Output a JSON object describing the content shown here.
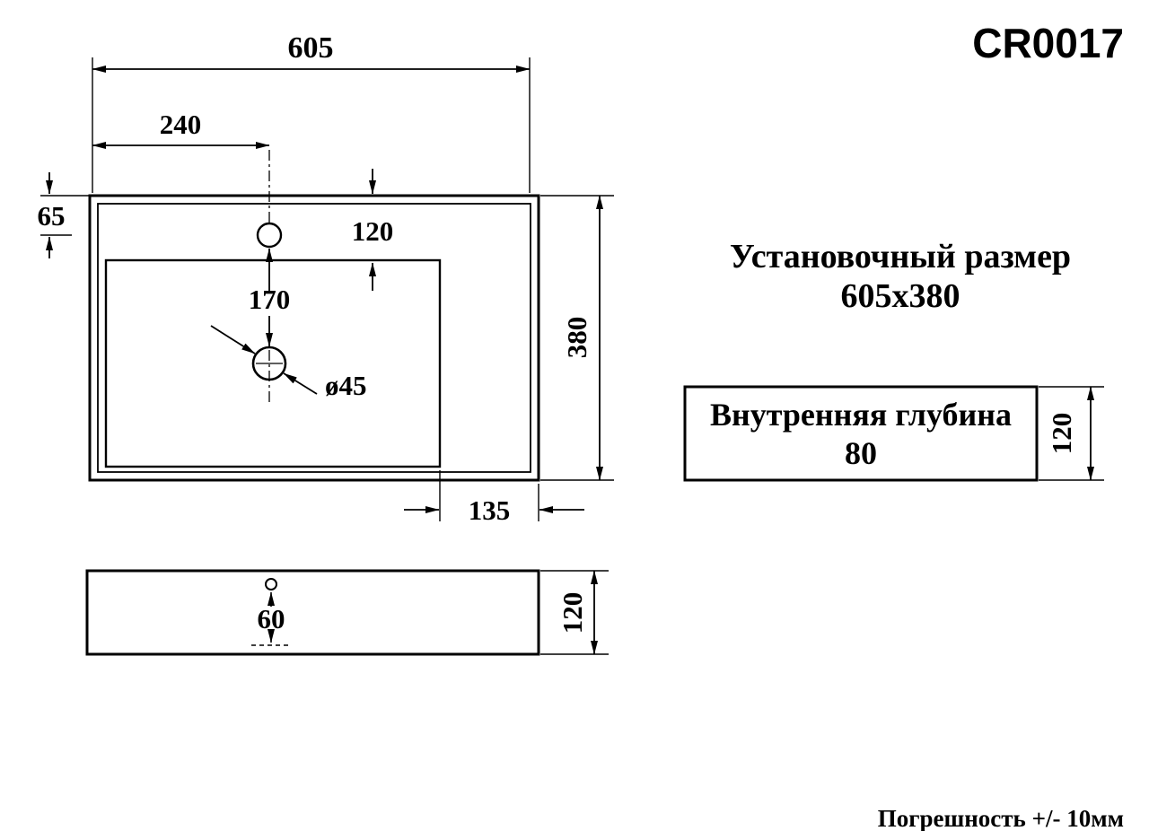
{
  "header": {
    "model": "CR0017",
    "install_label": "Установочный размер",
    "install_value": "605x380"
  },
  "top_view": {
    "width": "605",
    "faucet_offset_x": "240",
    "faucet_offset_y": "65",
    "basin_top_inset": "120",
    "faucet_to_drain": "170",
    "drain_diameter": "ø45",
    "depth": "380",
    "right_ledge": "135"
  },
  "side_view": {
    "faucet_depth": "60",
    "height": "120"
  },
  "depth_box": {
    "line1": "Внутренняя глубина",
    "line2": "80",
    "height_dim": "120"
  },
  "footer": {
    "tolerance": "Погрешность +/- 10мм"
  },
  "colors": {
    "line": "#000000",
    "background": "#ffffff"
  }
}
